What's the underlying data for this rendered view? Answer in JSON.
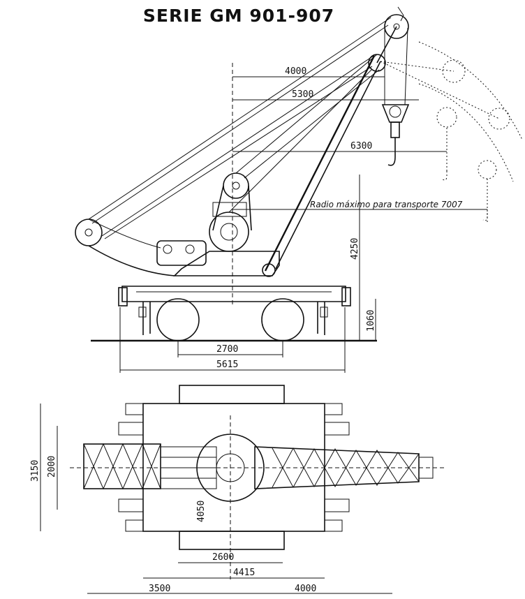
{
  "title": "SERIE GM 901-907",
  "side_view": {
    "reach_1": "4000",
    "reach_2": "5300",
    "reach_3": "6300",
    "note": "Radio máximo para transporte 7007",
    "height_boom": "4250",
    "height_base": "1060",
    "wheelbase": "2700",
    "frame_length": "5615"
  },
  "top_view": {
    "outer_width": "3150",
    "track_width": "2000",
    "boom_length": "4050",
    "center_span": "2600",
    "tail_span": "4415",
    "rear_reach": "3500",
    "front_reach": "4000"
  }
}
